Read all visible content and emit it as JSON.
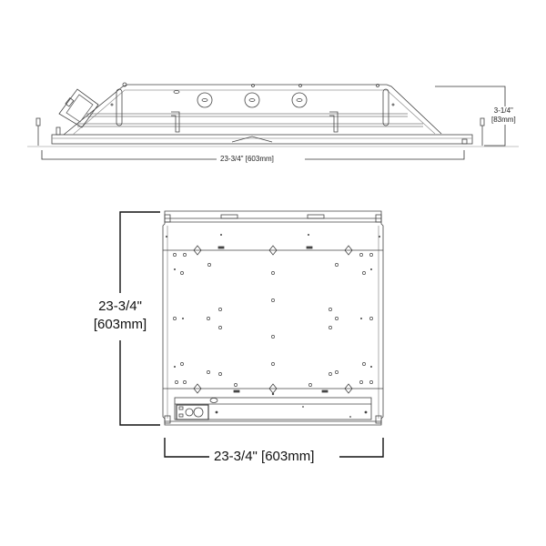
{
  "diagram": {
    "type": "technical-drawing",
    "subject": "recessed troffer light fixture",
    "side_view": {
      "width_label": "23-3/4\" [603mm]",
      "height_label_line1": "3-1/4\"",
      "height_label_line2": "[83mm]"
    },
    "top_view": {
      "height_label_line1": "23-3/4\"",
      "height_label_line2": "[603mm]",
      "width_label": "23-3/4\" [603mm]"
    },
    "colors": {
      "line": "#333333",
      "background": "#ffffff"
    }
  }
}
